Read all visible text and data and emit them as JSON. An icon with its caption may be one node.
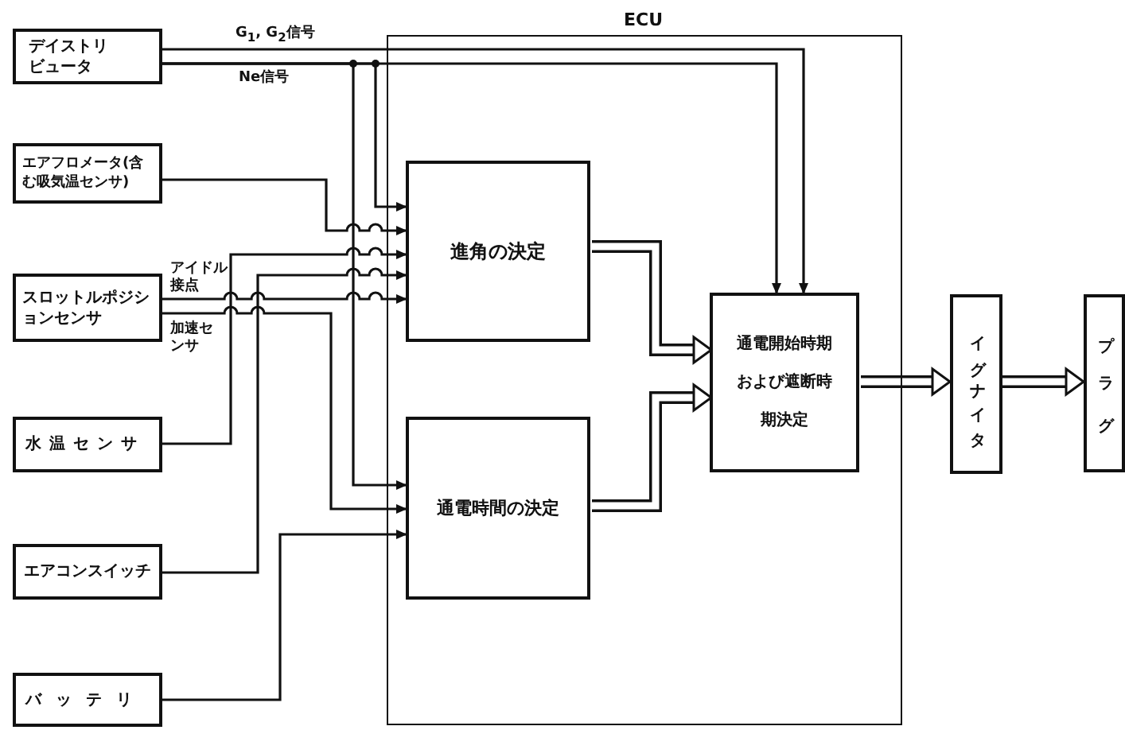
{
  "diagram": {
    "nodes": [
      {
        "text": [
          "ECU"
        ]
      },
      {
        "text": [
          "デイストリビュータ"
        ]
      },
      {
        "text": [
          "エアフロメータ(含む吸気温センサ)"
        ]
      },
      {
        "text": [
          "スロットルポジションセンサ"
        ]
      },
      {
        "text": [
          "水温センサ"
        ]
      },
      {
        "text": [
          "エアコンスイッチ"
        ]
      },
      {
        "text": [
          "バッテリ"
        ]
      },
      {
        "text": [
          "進角の決定"
        ],
        "in": 0
      },
      {
        "text": [
          "通電時間の決定"
        ],
        "in": 0
      },
      {
        "text": [
          "通電開始時期および遮断時期決定"
        ],
        "in": 0
      },
      {
        "text": [
          "イグナイタ"
        ]
      },
      {
        "text": [
          "プラグ"
        ]
      }
    ],
    "edges": [
      {
        "from": 1,
        "to": 9,
        "arrow": "to",
        "label": "G$_{1}$, G$_{2}$信号"
      },
      {
        "from": 1,
        "to": 9,
        "arrow": "to",
        "label": "Ne信号"
      },
      {
        "from": 1,
        "to": 7,
        "arrow": "to"
      },
      {
        "from": 1,
        "to": 8,
        "arrow": "to"
      },
      {
        "from": 2,
        "to": 7,
        "arrow": "to"
      },
      {
        "from": 3,
        "to": 7,
        "arrow": "to",
        "label": "アイドル接点"
      },
      {
        "from": 3,
        "to": 8,
        "arrow": "to",
        "label": "加速センサ"
      },
      {
        "from": 4,
        "to": 7,
        "arrow": "to"
      },
      {
        "from": 5,
        "to": 7,
        "arrow": "to"
      },
      {
        "from": 6,
        "to": 8,
        "arrow": "to"
      },
      {
        "from": 7,
        "to": 9,
        "arrow": "to",
        "style": "thick"
      },
      {
        "from": 8,
        "to": 9,
        "arrow": "to",
        "style": "thick"
      },
      {
        "from": 9,
        "to": 10,
        "arrow": "to",
        "style": "thick"
      },
      {
        "from": 10,
        "to": 11,
        "arrow": "to",
        "style": "thick"
      }
    ]
  }
}
